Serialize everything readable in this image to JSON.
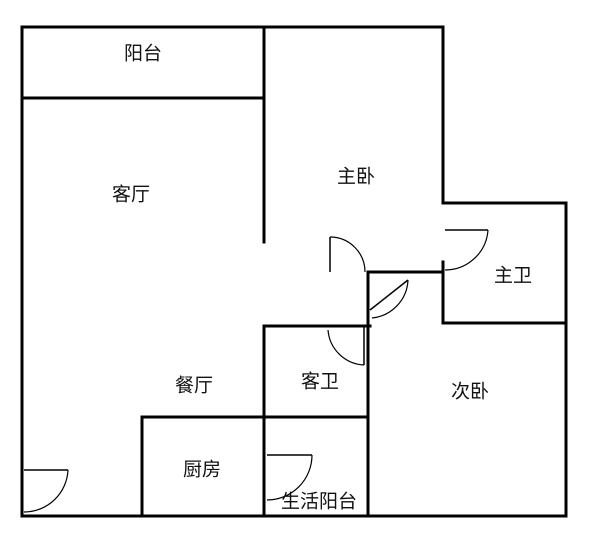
{
  "rooms": {
    "balcony": "阳台",
    "living_room": "客厅",
    "master_bedroom": "主卧",
    "master_bath": "主卫",
    "dining_room": "餐厅",
    "guest_bath": "客卫",
    "second_bedroom": "次卧",
    "kitchen": "厨房",
    "utility_balcony": "生活阳台"
  }
}
